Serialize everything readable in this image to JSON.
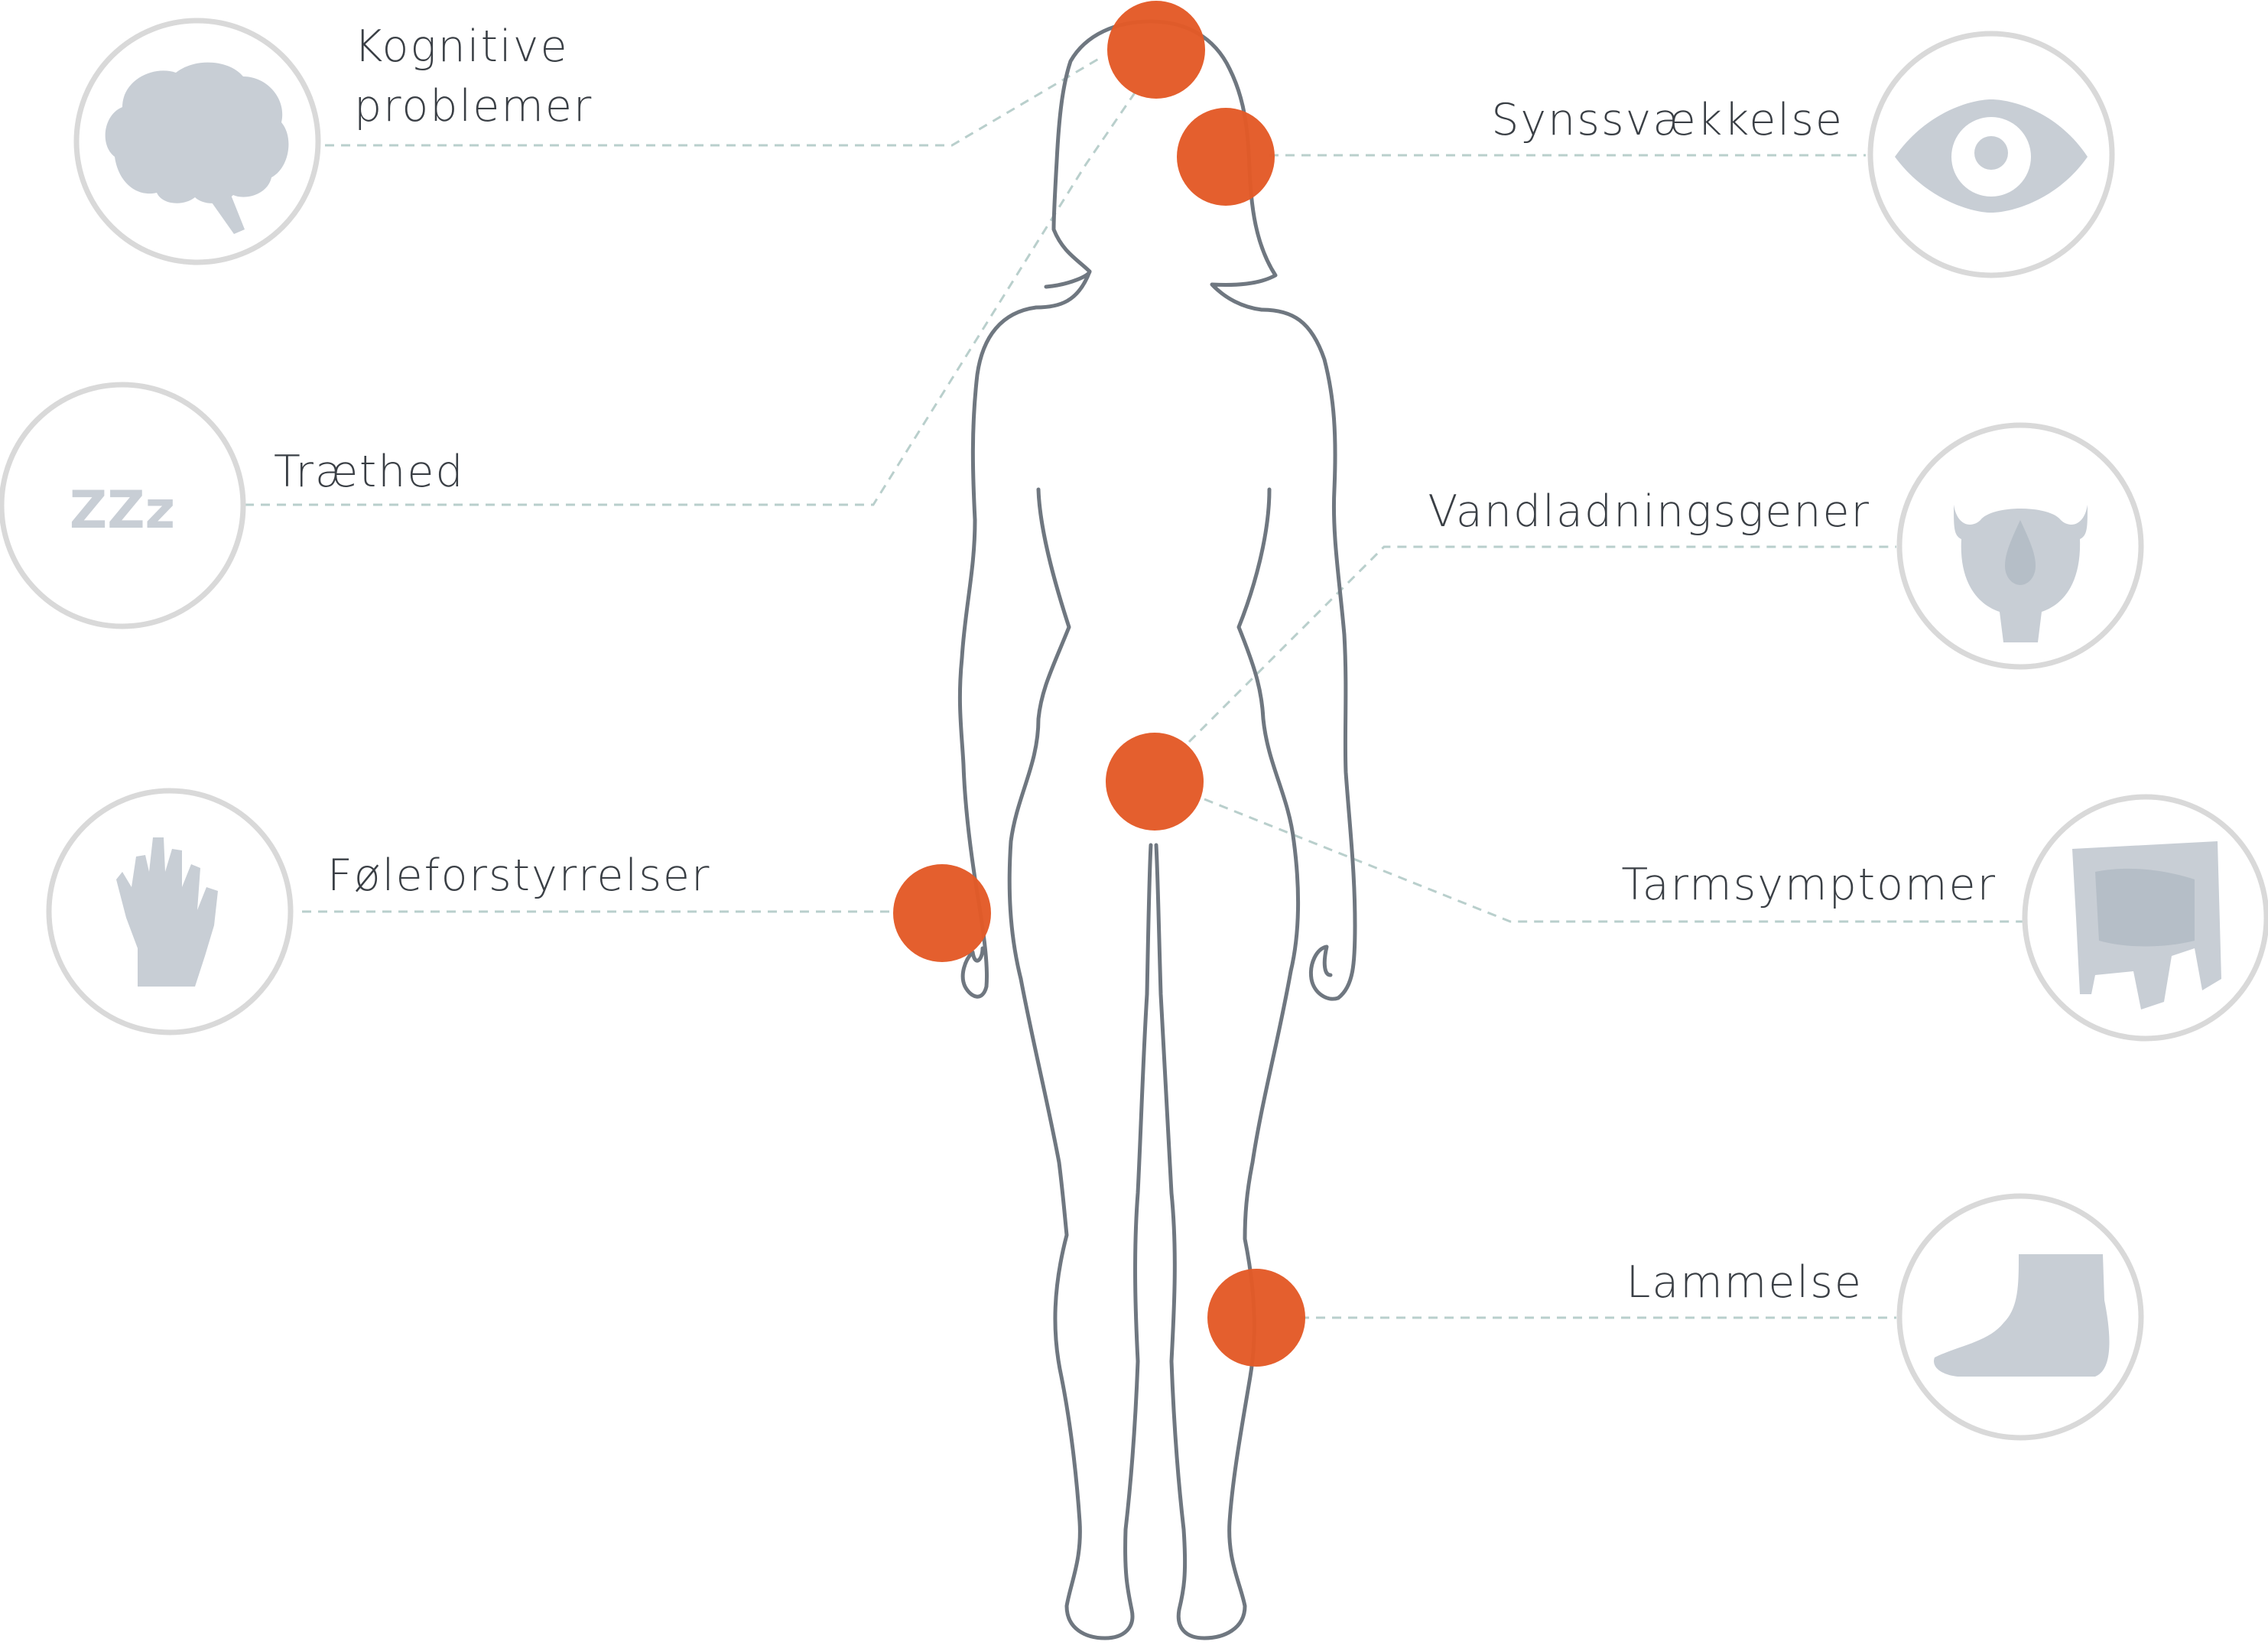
{
  "symptoms": [
    {
      "id": "cognitive",
      "label_lines": [
        "Kognitive",
        "problemer"
      ],
      "icon": "brain-icon"
    },
    {
      "id": "fatigue",
      "label": "Træthed",
      "icon": "zzz-icon",
      "icon_text": "ZZz"
    },
    {
      "id": "sensory",
      "label": "Føleforstyrrelser",
      "icon": "hand-icon"
    },
    {
      "id": "vision",
      "label": "Synssvækkelse",
      "icon": "eye-icon"
    },
    {
      "id": "bladder",
      "label": "Vandladningsgener",
      "icon": "bladder-icon"
    },
    {
      "id": "bowel",
      "label": "Tarmsymptomer",
      "icon": "intestine-icon"
    },
    {
      "id": "paralysis",
      "label": "Lammelse",
      "icon": "foot-icon"
    }
  ],
  "colors": {
    "marker": "#e35a27",
    "outline": "#6f7780",
    "icon": "#c8ced5",
    "ring": "#d9d9d9",
    "leader": "#b9cfcc"
  }
}
